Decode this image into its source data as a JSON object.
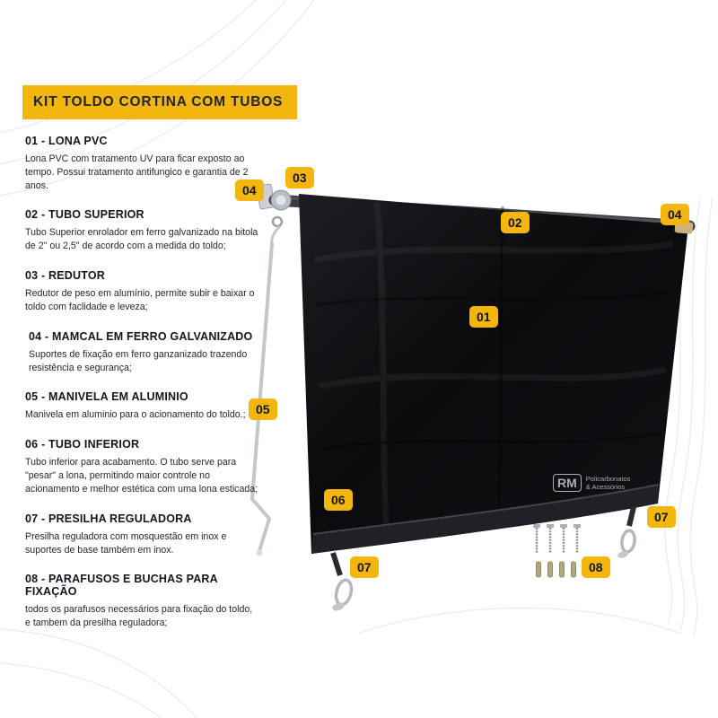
{
  "title": "KIT TOLDO CORTINA COM TUBOS",
  "colors": {
    "accent": "#F2B60E",
    "heading": "#15151f",
    "body": "#26262a",
    "canvas": "#0b0b0e"
  },
  "parts": [
    {
      "heading": "01 - LONA PVC",
      "body": "Lona PVC com tratamento UV para ficar exposto ao tempo. Possui tratamento antifungico e garantia de 2 anos."
    },
    {
      "heading": "02 - TUBO SUPERIOR",
      "body": "Tubo Superior enrolador em ferro galvanizado na bitola de 2\" ou 2,5\" de acordo com a medida do toldo;"
    },
    {
      "heading": "03 - REDUTOR",
      "body": "Redutor de peso em alumínio, permite subir e baixar o toldo com faclidade e leveza;"
    },
    {
      "heading": "04 - MAMCAL  EM FERRO GALVANIZADO",
      "body": "Suportes de fixação em ferro ganzanizado trazendo resistência e segurança;"
    },
    {
      "heading": "05 - MANIVELA EM ALUMINIO",
      "body": "Manivela em aluminio para o acionamento do toldo.;"
    },
    {
      "heading": "06 - TUBO INFERIOR",
      "body": "Tubo inferior para acabamento. O tubo serve para \"pesar\" a lona, permitindo maior controle no acionamento e melhor estética com uma lona esticada;"
    },
    {
      "heading": "07 - PRESILHA REGULADORA",
      "body": "Presilha reguladora com mosquestão em inox e suportes de base também em inox."
    },
    {
      "heading": "08 - PARAFUSOS E BUCHAS PARA FIXAÇÃO",
      "body": "todos os parafusos necessários para fixação do toldo, e tambem da presilha reguladora;"
    }
  ],
  "badges": [
    {
      "label": "03"
    },
    {
      "label": "04"
    },
    {
      "label": "02"
    },
    {
      "label": "04"
    },
    {
      "label": "01"
    },
    {
      "label": "05"
    },
    {
      "label": "06"
    },
    {
      "label": "07"
    },
    {
      "label": "07"
    },
    {
      "label": "08"
    }
  ],
  "watermark": {
    "abbr": "RM",
    "line1": "Policarbonatos",
    "line2": "& Acessórios"
  }
}
